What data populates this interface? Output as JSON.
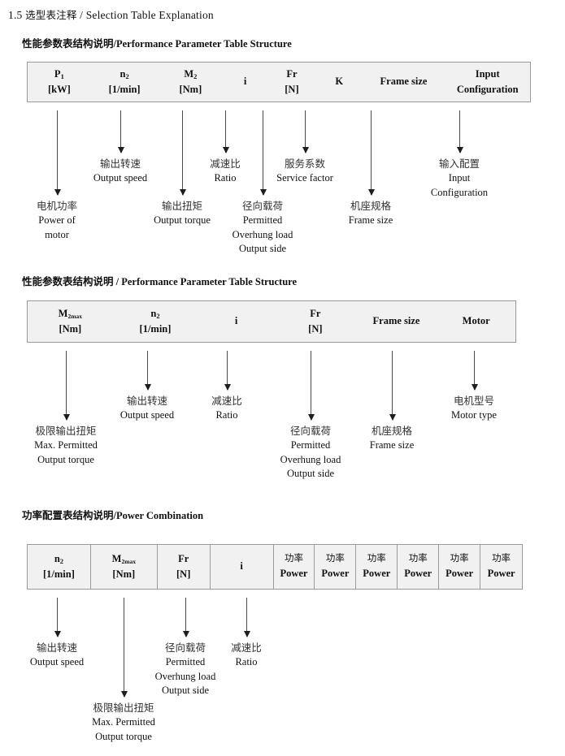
{
  "document": {
    "section_number": "1.5",
    "section_title_cn": "选型表注释",
    "section_title_sep": " / ",
    "section_title_en": "Selection Table Explanation"
  },
  "blocks": [
    {
      "heading_cn": "性能参数表结构说明",
      "heading_sep": "/",
      "heading_en": "Performance Parameter Table Structure",
      "table": {
        "divided": false,
        "columns": [
          {
            "symbol": "P",
            "sub": "1",
            "unit": "[kW]"
          },
          {
            "symbol": "n",
            "sub": "2",
            "unit": "[1/min]"
          },
          {
            "symbol": "M",
            "sub": "2",
            "unit": "[Nm]"
          },
          {
            "symbol": "i",
            "sub": "",
            "unit": ""
          },
          {
            "symbol": "Fr",
            "sub": "",
            "unit": "[N]"
          },
          {
            "symbol": "K",
            "sub": "",
            "unit": ""
          },
          {
            "symbol": "Frame size",
            "sub": "",
            "unit": ""
          },
          {
            "symbol": "Input",
            "sub": "",
            "unit": "Configuration"
          }
        ]
      },
      "notes": [
        {
          "cn": "电机功率",
          "en1": "Power of",
          "en2": "motor",
          "en3": "",
          "en4": ""
        },
        {
          "cn": "输出转速",
          "en1": "Output speed",
          "en2": "",
          "en3": "",
          "en4": ""
        },
        {
          "cn": "输出扭矩",
          "en1": "Output torque",
          "en2": "",
          "en3": "",
          "en4": ""
        },
        {
          "cn": "减速比",
          "en1": "Ratio",
          "en2": "",
          "en3": "",
          "en4": ""
        },
        {
          "cn": "径向载荷",
          "en1": "Permitted",
          "en2": "Overhung load",
          "en3": "Output side",
          "en4": ""
        },
        {
          "cn": "服务系数",
          "en1": "Service factor",
          "en2": "",
          "en3": "",
          "en4": ""
        },
        {
          "cn": "机座规格",
          "en1": "Frame size",
          "en2": "",
          "en3": "",
          "en4": ""
        },
        {
          "cn": "输入配置",
          "en1": "Input",
          "en2": "Configuration",
          "en3": "",
          "en4": ""
        }
      ]
    },
    {
      "heading_cn": "性能参数表结构说明",
      "heading_sep": " / ",
      "heading_en": "Performance Parameter Table Structure",
      "table": {
        "divided": false,
        "columns": [
          {
            "symbol": "M",
            "sub": "2max",
            "unit": "[Nm]"
          },
          {
            "symbol": "n",
            "sub": "2",
            "unit": "[1/min]"
          },
          {
            "symbol": "i",
            "sub": "",
            "unit": ""
          },
          {
            "symbol": "Fr",
            "sub": "",
            "unit": "[N]"
          },
          {
            "symbol": "Frame size",
            "sub": "",
            "unit": ""
          },
          {
            "symbol": "Motor",
            "sub": "",
            "unit": ""
          }
        ]
      },
      "notes": [
        {
          "cn": "极限输出扭矩",
          "en1": "Max. Permitted",
          "en2": "Output  torque",
          "en3": "",
          "en4": ""
        },
        {
          "cn": "输出转速",
          "en1": "Output speed",
          "en2": "",
          "en3": "",
          "en4": ""
        },
        {
          "cn": "减速比",
          "en1": "Ratio",
          "en2": "",
          "en3": "",
          "en4": ""
        },
        {
          "cn": "径向载荷",
          "en1": "Permitted",
          "en2": "Overhung load",
          "en3": "Output side",
          "en4": ""
        },
        {
          "cn": "机座规格",
          "en1": "Frame size",
          "en2": "",
          "en3": "",
          "en4": ""
        },
        {
          "cn": "电机型号",
          "en1": "Motor type",
          "en2": "",
          "en3": "",
          "en4": ""
        }
      ]
    },
    {
      "heading_cn": "功率配置表结构说明",
      "heading_sep": "/",
      "heading_en": "Power Combination",
      "table": {
        "divided": true,
        "columns": [
          {
            "symbol": "n",
            "sub": "2",
            "unit": "[1/min]"
          },
          {
            "symbol": "M",
            "sub": "2max",
            "unit": "[Nm]"
          },
          {
            "symbol": "Fr",
            "sub": "",
            "unit": "[N]"
          },
          {
            "symbol": "i",
            "sub": "",
            "unit": ""
          },
          {
            "cn_label": "功率",
            "unit": "Power"
          },
          {
            "cn_label": "功率",
            "unit": "Power"
          },
          {
            "cn_label": "功率",
            "unit": "Power"
          },
          {
            "cn_label": "功率",
            "unit": "Power"
          },
          {
            "cn_label": "功率",
            "unit": "Power"
          },
          {
            "cn_label": "功率",
            "unit": "Power"
          }
        ]
      },
      "notes": [
        {
          "cn": "输出转速",
          "en1": "Output speed",
          "en2": "",
          "en3": "",
          "en4": ""
        },
        {
          "cn": "极限输出扭矩",
          "en1": "Max. Permitted",
          "en2": "Output  torque",
          "en3": "",
          "en4": ""
        },
        {
          "cn": "径向载荷",
          "en1": "Permitted",
          "en2": "Overhung load",
          "en3": "Output side",
          "en4": ""
        },
        {
          "cn": "减速比",
          "en1": "Ratio",
          "en2": "",
          "en3": "",
          "en4": ""
        }
      ]
    }
  ]
}
